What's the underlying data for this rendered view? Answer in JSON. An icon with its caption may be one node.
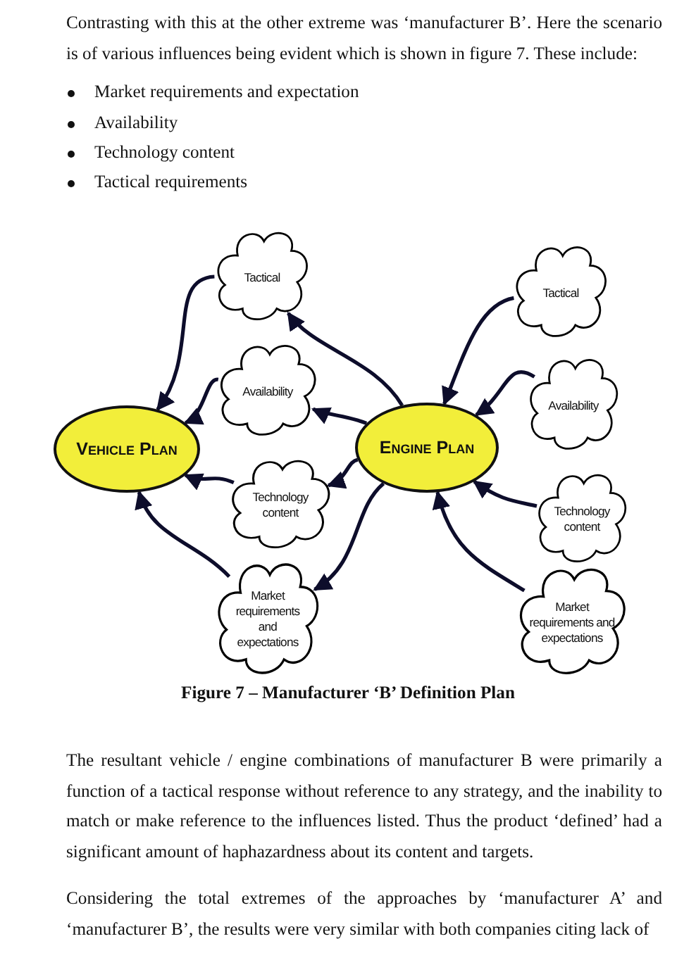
{
  "diagram": {
    "caption": "Figure 7 – Manufacturer ‘B’ Definition Plan",
    "nodes": [
      {
        "text": [
          "Tactical"
        ]
      },
      {
        "text": [
          "Availability"
        ]
      },
      {
        "text": [
          "Vehicle Plan"
        ]
      },
      {
        "text": [
          "Engine Plan"
        ]
      },
      {
        "text": [
          "Technology content"
        ]
      },
      {
        "text": [
          "Market requirements and expectations"
        ]
      },
      {
        "text": [
          "Tactical"
        ]
      },
      {
        "text": [
          "Availability"
        ]
      },
      {
        "text": [
          "Technology content"
        ]
      },
      {
        "text": [
          "Market requirements and expectations"
        ]
      }
    ],
    "edges": [
      {
        "from": 0,
        "to": 2,
        "arrow": "to"
      },
      {
        "from": 3,
        "to": 0,
        "arrow": "to"
      },
      {
        "from": 1,
        "to": 2,
        "arrow": "to"
      },
      {
        "from": 3,
        "to": 1,
        "arrow": "to"
      },
      {
        "from": 4,
        "to": 2,
        "arrow": "to"
      },
      {
        "from": 3,
        "to": 4,
        "arrow": "to"
      },
      {
        "from": 5,
        "to": 2,
        "arrow": "to"
      },
      {
        "from": 3,
        "to": 5,
        "arrow": "to"
      },
      {
        "from": 6,
        "to": 3,
        "arrow": "to"
      },
      {
        "from": 7,
        "to": 3,
        "arrow": "to"
      },
      {
        "from": 8,
        "to": 3,
        "arrow": "to"
      },
      {
        "from": 9,
        "to": 3,
        "arrow": "to"
      }
    ],
    "labels": [
      "Contrasting with this at the other extreme was ‘manufacturer B’. Here the scenario is of various influences being evident which is shown in figure 7. These include:",
      "Market requirements and expectation",
      "Availability",
      "Technology content",
      "Tactical requirements",
      "The resultant vehicle / engine combinations of manufacturer B were primarily a function of a tactical response without reference to any strategy, and the inability to match or make reference to the influences listed. Thus the product ‘defined’ had a significant amount of haphazardness about its content and targets.",
      "Considering the total extremes of the approaches by ‘manufacturer A’ and ‘manufacturer B’, the results were very similar with both companies citing lack of"
    ]
  }
}
